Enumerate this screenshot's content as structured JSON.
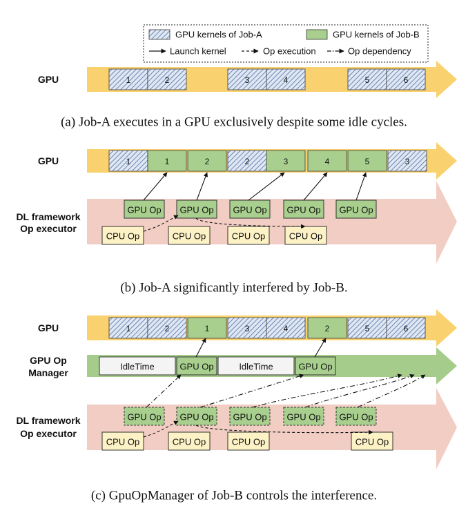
{
  "legend": {
    "job_a_label": "GPU kernels of Job-A",
    "job_b_label": "GPU kernels of Job-B",
    "launch_label": "Launch kernel",
    "exec_label": "Op execution",
    "dep_label": "Op dependency"
  },
  "colors": {
    "gpu_lane": "#f9d16e",
    "executor_lane": "#f2cdc4",
    "manager_lane": "#a6cc8c",
    "job_b_fill": "#a8cf8e",
    "cpu_op_fill": "#fdf2c6",
    "idle_fill": "#f4f4f4"
  },
  "panel_a": {
    "gpu_label": "GPU",
    "kernels": [
      "1",
      "2",
      "3",
      "4",
      "5",
      "6"
    ],
    "caption": "(a) Job-A executes in a GPU exclusively despite some idle cycles."
  },
  "panel_b": {
    "gpu_label": "GPU",
    "kernels": [
      "1",
      "1",
      "2",
      "2",
      "3",
      "4",
      "5",
      "3"
    ],
    "executor_label_1": "DL framework",
    "executor_label_2": "Op executor",
    "gpu_op": "GPU Op",
    "cpu_op": "CPU Op",
    "caption": "(b) Job-A significantly interfered by Job-B."
  },
  "panel_c": {
    "gpu_label": "GPU",
    "kernels": [
      "1",
      "2",
      "1",
      "3",
      "4",
      "2",
      "5",
      "6"
    ],
    "manager_label_1": "GPU Op",
    "manager_label_2": "Manager",
    "idle_label": "IdleTime",
    "executor_label_1": "DL framework",
    "executor_label_2": "Op executor",
    "gpu_op": "GPU Op",
    "cpu_op": "CPU Op",
    "caption": "(c) GpuOpManager of Job-B controls the interference."
  }
}
